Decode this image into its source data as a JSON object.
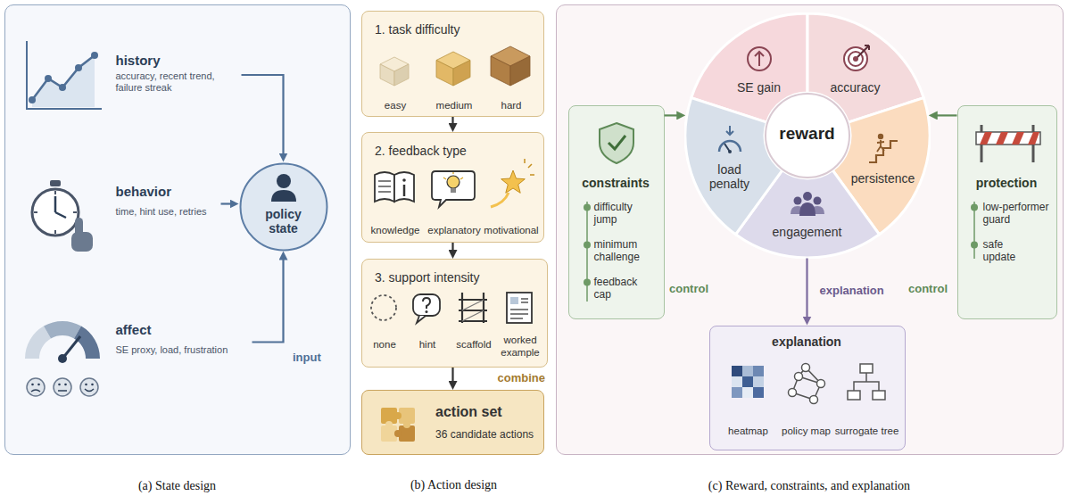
{
  "diagram": {
    "nodes": [
      {
        "text": [
          "(a) State design"
        ]
      },
      {
        "text": [
          "history",
          "accuracy, recent trend, failure streak"
        ],
        "in": 0
      },
      {
        "text": [
          "behavior",
          "time, hint use, retries"
        ],
        "in": 0
      },
      {
        "text": [
          "affect",
          "SE proxy, load, frustration"
        ],
        "in": 0
      },
      {
        "text": [
          "policy state"
        ],
        "in": 0
      },
      {
        "text": [
          "(b) Action design"
        ]
      },
      {
        "text": [
          "1. task difficulty",
          "easy",
          "medium",
          "hard"
        ],
        "in": 5
      },
      {
        "text": [
          "2. feedback type",
          "knowledge",
          "explanatory",
          "motivational"
        ],
        "in": 5
      },
      {
        "text": [
          "3. support intensity",
          "none",
          "hint",
          "scaffold",
          "worked example"
        ],
        "in": 5
      },
      {
        "text": [
          "action set",
          "36 candidate actions"
        ],
        "in": 5
      },
      {
        "text": [
          "(c) Reward, constraints, and explanation"
        ]
      },
      {
        "text": [
          "constraints",
          "difficulty jump",
          "minimum challenge",
          "feedback cap"
        ],
        "in": 10
      },
      {
        "text": [
          "reward"
        ],
        "in": 10
      },
      {
        "text": [
          "SE gain"
        ],
        "in": 12
      },
      {
        "text": [
          "accuracy"
        ],
        "in": 12
      },
      {
        "text": [
          "persistence"
        ],
        "in": 12
      },
      {
        "text": [
          "engagement"
        ],
        "in": 12
      },
      {
        "text": [
          "load penalty"
        ],
        "in": 12
      },
      {
        "text": [
          "protection",
          "low-performer guard",
          "safe update"
        ],
        "in": 10
      },
      {
        "text": [
          "explanation",
          "heatmap",
          "policy map",
          "surrogate tree"
        ],
        "in": 10
      }
    ],
    "edges": [
      {
        "from": 1,
        "to": 4,
        "arrow": "to"
      },
      {
        "from": 2,
        "to": 4,
        "arrow": "to"
      },
      {
        "from": 3,
        "to": 4,
        "arrow": "to"
      },
      {
        "from": 6,
        "to": 7,
        "arrow": "to"
      },
      {
        "from": 7,
        "to": 8,
        "arrow": "to"
      },
      {
        "from": 8,
        "to": 9,
        "arrow": "to",
        "label": "combine"
      },
      {
        "from": 11,
        "to": 12,
        "arrow": "to"
      },
      {
        "from": 18,
        "to": 12,
        "arrow": "to"
      },
      {
        "from": 12,
        "to": 19,
        "arrow": "to",
        "label": "explanation"
      }
    ],
    "labels": [
      "input",
      "control",
      "control"
    ]
  }
}
